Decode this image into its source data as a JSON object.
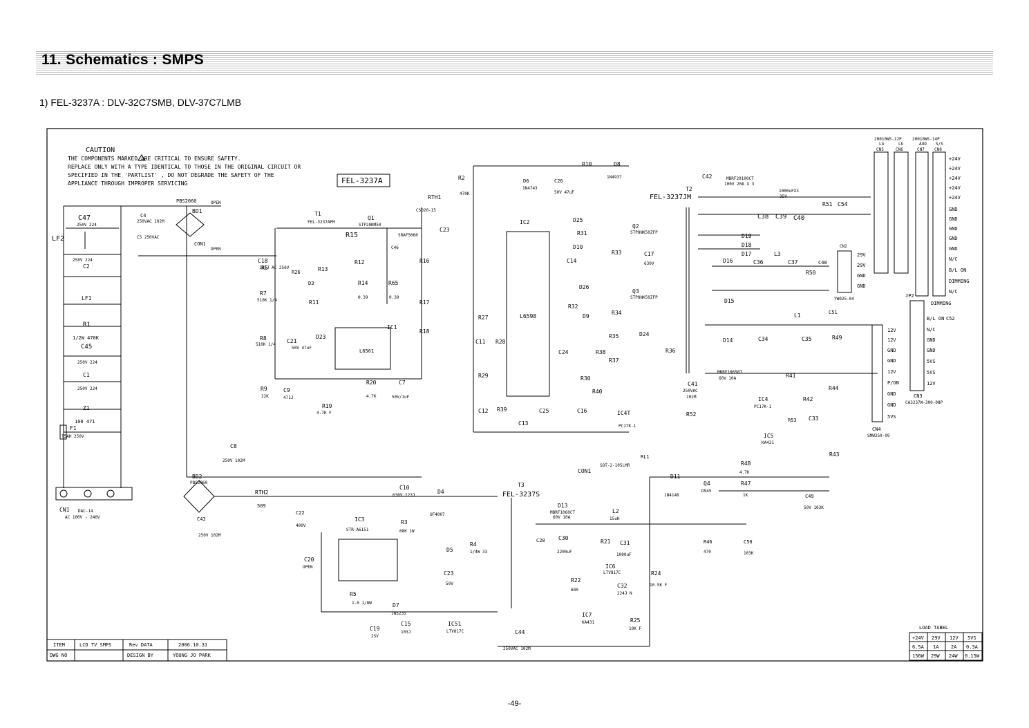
{
  "header": {
    "title": "11. Schematics : SMPS",
    "subtitle": "1) FEL-3237A : DLV-32C7SMB, DLV-37C7LMB"
  },
  "caution": {
    "heading": "CAUTION",
    "lines": [
      "THE COMPONENTS MARKED ARE CRITICAL TO ENSURE SAFETY.",
      "REPLACE ONLY WITH A TYPE IDENTICAL TO THOSE IN THE ORIGINAL CIRCUIT OR",
      "SPECIFIED IN THE 'PARTLIST' , DO NOT DEGRADE THE SAFETY OF THE",
      "APPLIANCE THROUGH IMPROPER SERVICING"
    ]
  },
  "board_label": "FEL-3237A",
  "transformers": {
    "t2": "FEL-3237JM",
    "t3": "FEL-3237S",
    "t1": "FEL-3237APM"
  },
  "ics": [
    "IC2",
    "L6598",
    "IC1",
    "L6561",
    "IC3",
    "STR-A6151",
    "IC4",
    "PC17K-1",
    "IC4T",
    "IC5",
    "KA431",
    "IC6",
    "LTV817C",
    "IC51",
    "IC7"
  ],
  "components": [
    "C47",
    "LF2",
    "C2",
    "LF1",
    "R1",
    "C45",
    "C1",
    "Z1",
    "F1",
    "BD1",
    "C4",
    "C5",
    "CON1",
    "T1",
    "Q1",
    "R15",
    "C46",
    "C18",
    "R5",
    "R7",
    "R8",
    "R9",
    "R26",
    "D3",
    "R13",
    "R12",
    "R14",
    "R65",
    "R11",
    "C21",
    "D23",
    "C9",
    "R19",
    "R20",
    "C7",
    "R16",
    "R17",
    "R18",
    "RTH1",
    "C23",
    "R2",
    "D8",
    "C26",
    "R10",
    "D6",
    "D25",
    "R31",
    "D10",
    "Q2",
    "R33",
    "C14",
    "D26",
    "R32",
    "D9",
    "Q3",
    "R34",
    "R27",
    "C11",
    "R28",
    "R29",
    "C12",
    "R39",
    "C13",
    "C25",
    "R35",
    "R38",
    "C24",
    "R37",
    "R36",
    "D24",
    "R30",
    "R40",
    "C16",
    "C17",
    "C42",
    "C38",
    "C39",
    "C40",
    "R51",
    "C54",
    "D19",
    "D18",
    "D17",
    "D16",
    "C36",
    "L3",
    "C37",
    "C48",
    "R50",
    "D15",
    "L1",
    "C51",
    "D14",
    "C34",
    "C35",
    "R49",
    "C41",
    "R52",
    "R41",
    "R42",
    "R44",
    "R53",
    "C33",
    "R43",
    "R48",
    "R47",
    "D11",
    "Q4",
    "C49",
    "C8",
    "BD2",
    "RTH2",
    "C43",
    "C22",
    "C10",
    "D4",
    "R3",
    "C20",
    "D5",
    "R4",
    "C23",
    "R5",
    "D7",
    "C19",
    "C15",
    "D13",
    "L2",
    "C28",
    "C30",
    "R21",
    "C31",
    "R22",
    "C32",
    "R24",
    "R46",
    "C50",
    "R25",
    "C44",
    "CN1",
    "CN3",
    "CN4",
    "CN5",
    "CN6",
    "CN7",
    "CN8",
    "JP2"
  ],
  "connectors": {
    "top_headers": [
      "20010WS-12P",
      "20010WS-14P"
    ],
    "top_cols": [
      "LG",
      "LG",
      "AUO",
      "S/S",
      "CN5",
      "CN6",
      "CN7",
      "CN8"
    ],
    "cn8_pins": [
      "+24V",
      "+24V",
      "+24V",
      "+24V",
      "+24V",
      "GND",
      "GND",
      "GND",
      "GND",
      "GND",
      "N/C",
      "B/L ON",
      "DIMMING",
      "N/C"
    ],
    "cn2_labels": [
      "29V",
      "29V",
      "GND",
      "GND"
    ],
    "cn2_name": "CN2",
    "cn2_part": "YW025-04",
    "cn3_pins": [
      "DIMMING",
      "B/L ON",
      "N/C",
      "GND",
      "GND",
      "5VS",
      "5VS",
      "12V"
    ],
    "cn3_name": "CN3",
    "cn3_part": "CA3237W-300-08P",
    "cn4_pins": [
      "12V",
      "12V",
      "GND",
      "GND",
      "12V",
      "P/ON",
      "GND",
      "GND",
      "5VS"
    ],
    "cn4_name": "CN4",
    "cn4_part": "SMW250-09",
    "cn1_label": "CN1",
    "cn1_part": "DAC-14",
    "cn1_rating": "AC 100V - 240V"
  },
  "title_block": {
    "item_label": "ITEM",
    "item_value": "LCD TV SMPS",
    "rev_label": "Rev DATA",
    "rev_value": "2006.10.31",
    "dwg_label": "DWG NO",
    "design_label": "DESIGN BY",
    "design_value": "YOUNG JO PARK"
  },
  "load_table": {
    "title": "LOAD TABEL",
    "headers": [
      "+24V",
      "29V",
      "12V",
      "5VS"
    ],
    "rows": [
      [
        "6.5A",
        "1A",
        "2A",
        "0.3A"
      ],
      [
        "156W",
        "29W",
        "24W",
        "0.15W"
      ]
    ]
  },
  "footer": {
    "page": "-49-"
  }
}
